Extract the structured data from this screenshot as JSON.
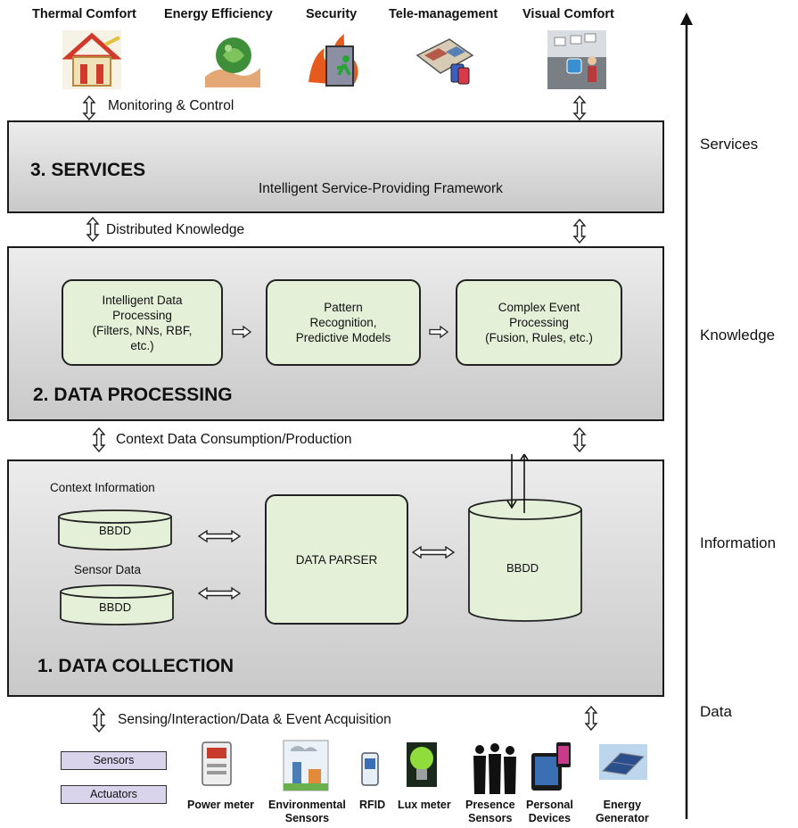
{
  "services": [
    {
      "label": "Thermal Comfort",
      "icon": "thermal-house-icon"
    },
    {
      "label": "Energy Efficiency",
      "icon": "leaf-hand-icon"
    },
    {
      "label": "Security",
      "icon": "fire-exit-icon"
    },
    {
      "label": "Tele-management",
      "icon": "floorplan-icon"
    },
    {
      "label": "Visual Comfort",
      "icon": "screen-person-icon"
    }
  ],
  "connectors": {
    "monitoring": "Monitoring & Control",
    "distributed": "Distributed Knowledge",
    "context_data": "Context Data Consumption/Production",
    "sensing": "Sensing/Interaction/Data & Event Acquisition"
  },
  "layers": {
    "services": {
      "title": "3. SERVICES",
      "subtitle": "Intelligent Service-Providing Framework"
    },
    "processing": {
      "title": "2. DATA PROCESSING",
      "boxes": [
        "Intelligent Data\nProcessing\n(Filters, NNs, RBF,\netc.)",
        "Pattern\nRecognition,\nPredictive Models",
        "Complex Event\nProcessing\n(Fusion, Rules, etc.)"
      ]
    },
    "collection": {
      "title": "1. DATA COLLECTION",
      "context_label": "Context Information",
      "context_db": "BBDD",
      "sensor_label": "Sensor Data",
      "sensor_db": "BBDD",
      "parser": "DATA PARSER",
      "main_db": "BBDD"
    }
  },
  "side_labels": [
    "Services",
    "Knowledge",
    "Information",
    "Data"
  ],
  "bottom": {
    "chips": [
      "Sensors",
      "Actuators"
    ],
    "devices": [
      {
        "label": "Power meter",
        "icon": "power-meter-icon"
      },
      {
        "label": "Environmental\nSensors",
        "icon": "environmental-sensor-icon"
      },
      {
        "label": "RFID",
        "icon": "rfid-icon"
      },
      {
        "label": "Lux meter",
        "icon": "lightbulb-icon"
      },
      {
        "label": "Presence\nSensors",
        "icon": "people-silhouette-icon"
      },
      {
        "label": "Personal\nDevices",
        "icon": "tablet-phone-icon"
      },
      {
        "label": "Energy\nGenerator",
        "icon": "solar-panel-icon"
      }
    ]
  },
  "colors": {
    "layer_top": "#ececec",
    "layer_bottom": "#c9c9c9",
    "process_box": "#e4f0d8",
    "chip": "#d9d3ec"
  }
}
